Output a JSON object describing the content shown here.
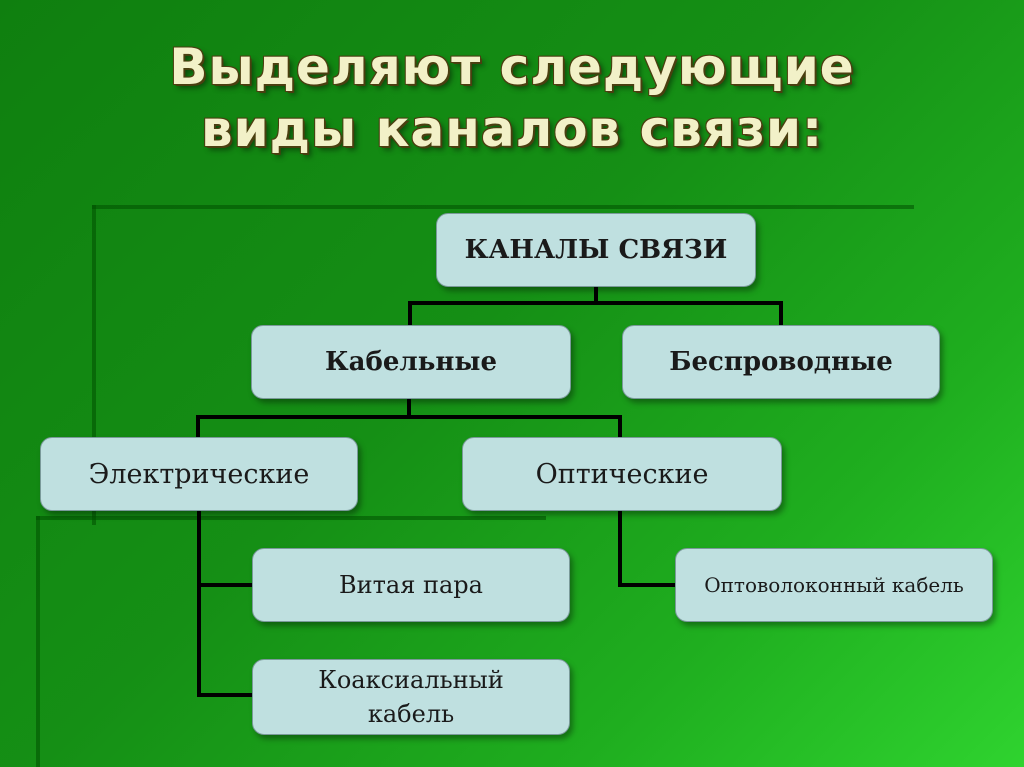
{
  "title": {
    "line1": "Выделяют следующие",
    "line2": "виды каналов связи:"
  },
  "diagram": {
    "root": "КАНАЛЫ СВЯЗИ",
    "cable": "Кабельные",
    "wireless": "Беспроводные",
    "electric": "Электрические",
    "optical": "Оптические",
    "twisted_pair": "Витая пара",
    "coaxial": "Коаксиальный кабель",
    "fiber": "Оптоволоконный кабель"
  },
  "colors": {
    "node_fill": "#bfe0e0",
    "connector": "#000000",
    "title_text": "#f2f1c8"
  }
}
